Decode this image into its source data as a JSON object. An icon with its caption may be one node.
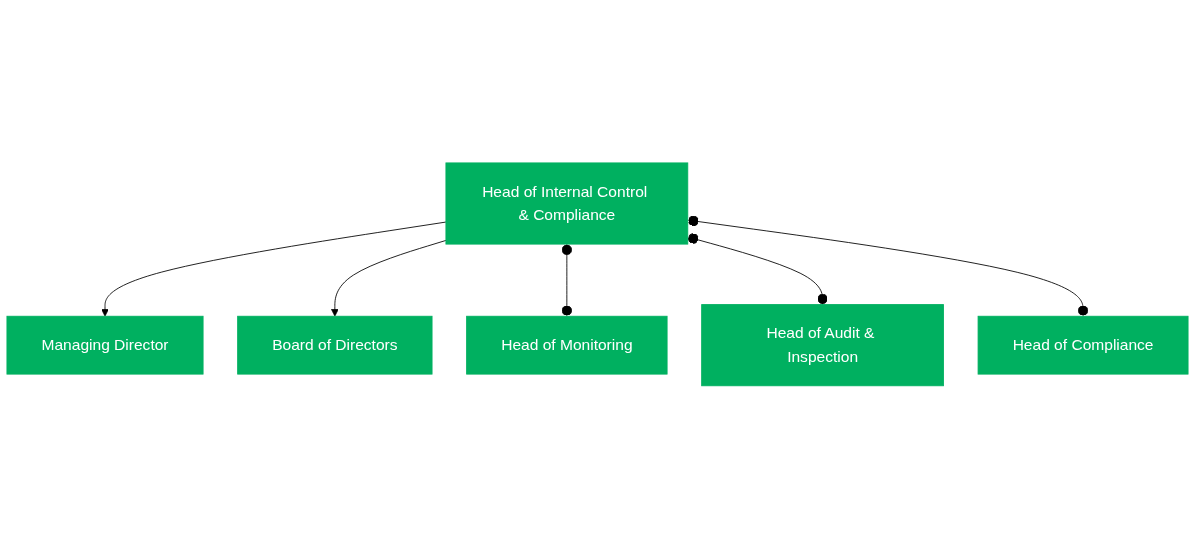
{
  "diagram": {
    "nodes": [
      {
        "text": [
          "Managing Director"
        ]
      },
      {
        "text": [
          "Board of Directors"
        ]
      },
      {
        "text": [
          "Head of Internal Control & Compliance"
        ]
      },
      {
        "text": [
          "Head of Monitoring"
        ]
      },
      {
        "text": [
          "Head of Audit & Inspection"
        ]
      },
      {
        "text": [
          "Head of Compliance"
        ]
      }
    ],
    "edges": [
      {
        "from": 2,
        "to": 0,
        "arrow": "to"
      },
      {
        "from": 2,
        "to": 1,
        "arrow": "to"
      },
      {
        "from": 2,
        "to": 3,
        "arrow": "other"
      },
      {
        "from": 2,
        "to": 4,
        "arrow": "other"
      },
      {
        "from": 2,
        "to": 5,
        "arrow": "other"
      }
    ]
  }
}
